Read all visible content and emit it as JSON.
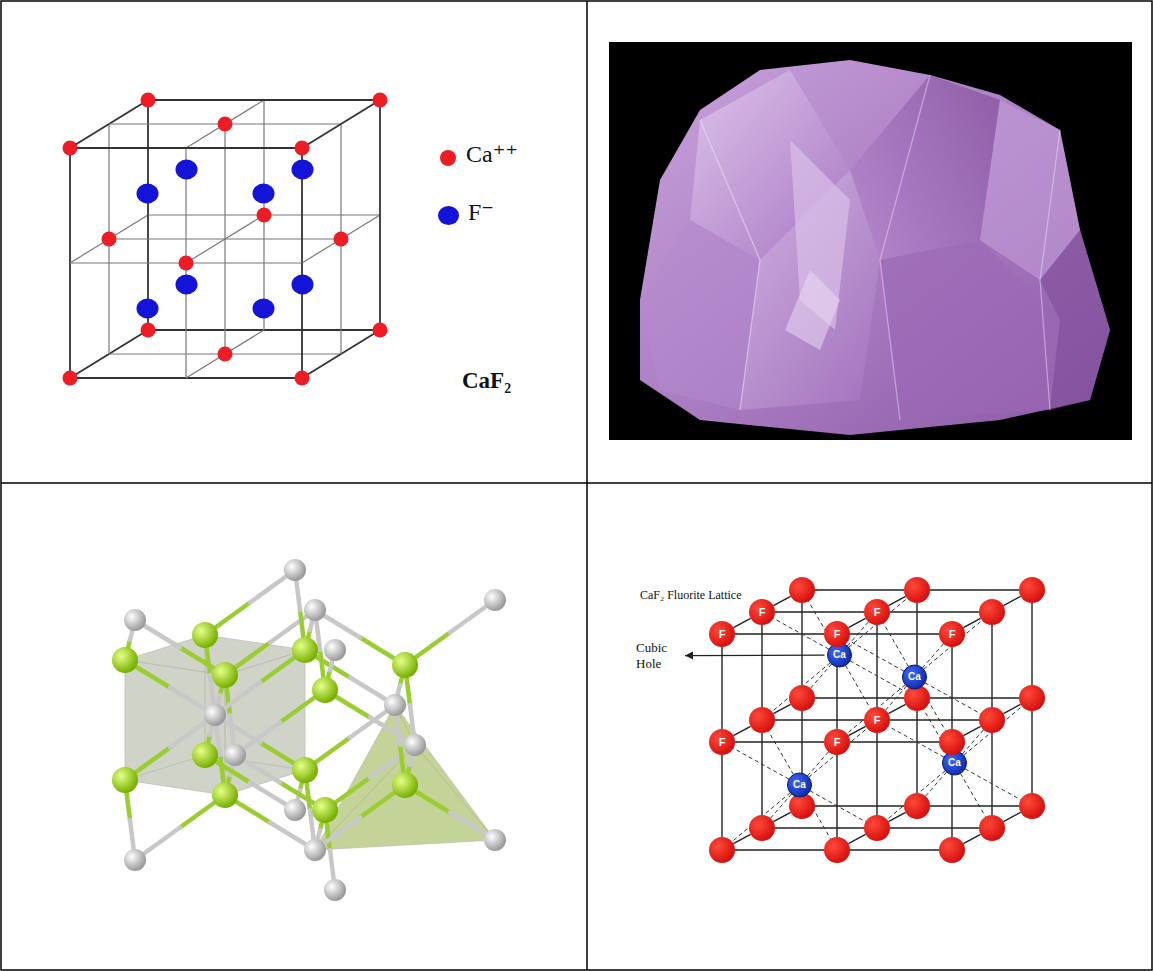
{
  "diagram": {
    "labels": [
      "CaF₂",
      "CaF₂ Fluorite Lattice",
      "Cubic Hole",
      "F",
      "F",
      "F",
      "F",
      "F",
      "F",
      "F",
      "F",
      "Ca",
      "Ca",
      "Ca",
      "Ca"
    ],
    "legend": [
      {
        "text": "Ca⁺⁺",
        "color": "#ee1c24"
      },
      {
        "text": "F⁻",
        "color": "#1414d8"
      }
    ]
  }
}
